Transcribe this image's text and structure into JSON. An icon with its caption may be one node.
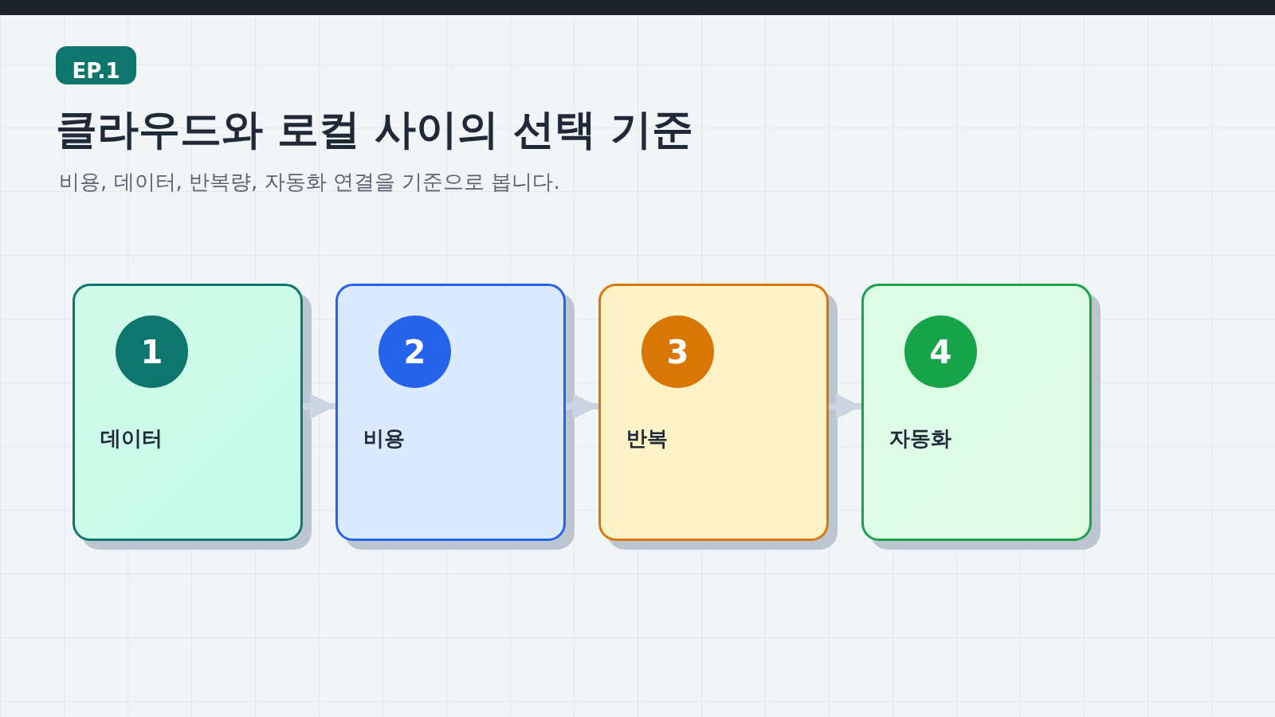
{
  "diagram": {
    "title": "클라우드와 로컬 사이의 선택 기준",
    "nodes": [
      {
        "text": [
          "데이터"
        ]
      },
      {
        "text": [
          "1"
        ],
        "in": 0
      },
      {
        "text": [
          "비용"
        ]
      },
      {
        "text": [
          "2"
        ],
        "in": 2
      },
      {
        "text": [
          "반복"
        ]
      },
      {
        "text": [
          "3"
        ],
        "in": 4
      },
      {
        "text": [
          "자동화"
        ]
      },
      {
        "text": [
          "4"
        ],
        "in": 6
      }
    ],
    "edges": [
      {
        "from": 0,
        "to": 2,
        "arrow": "to"
      },
      {
        "from": 2,
        "to": 4,
        "arrow": "to"
      },
      {
        "from": 4,
        "to": 6,
        "arrow": "to"
      }
    ],
    "labels": [
      "EP.1",
      "비용, 데이터, 반복량, 자동화 연결을 기준으로 봅니다."
    ]
  }
}
